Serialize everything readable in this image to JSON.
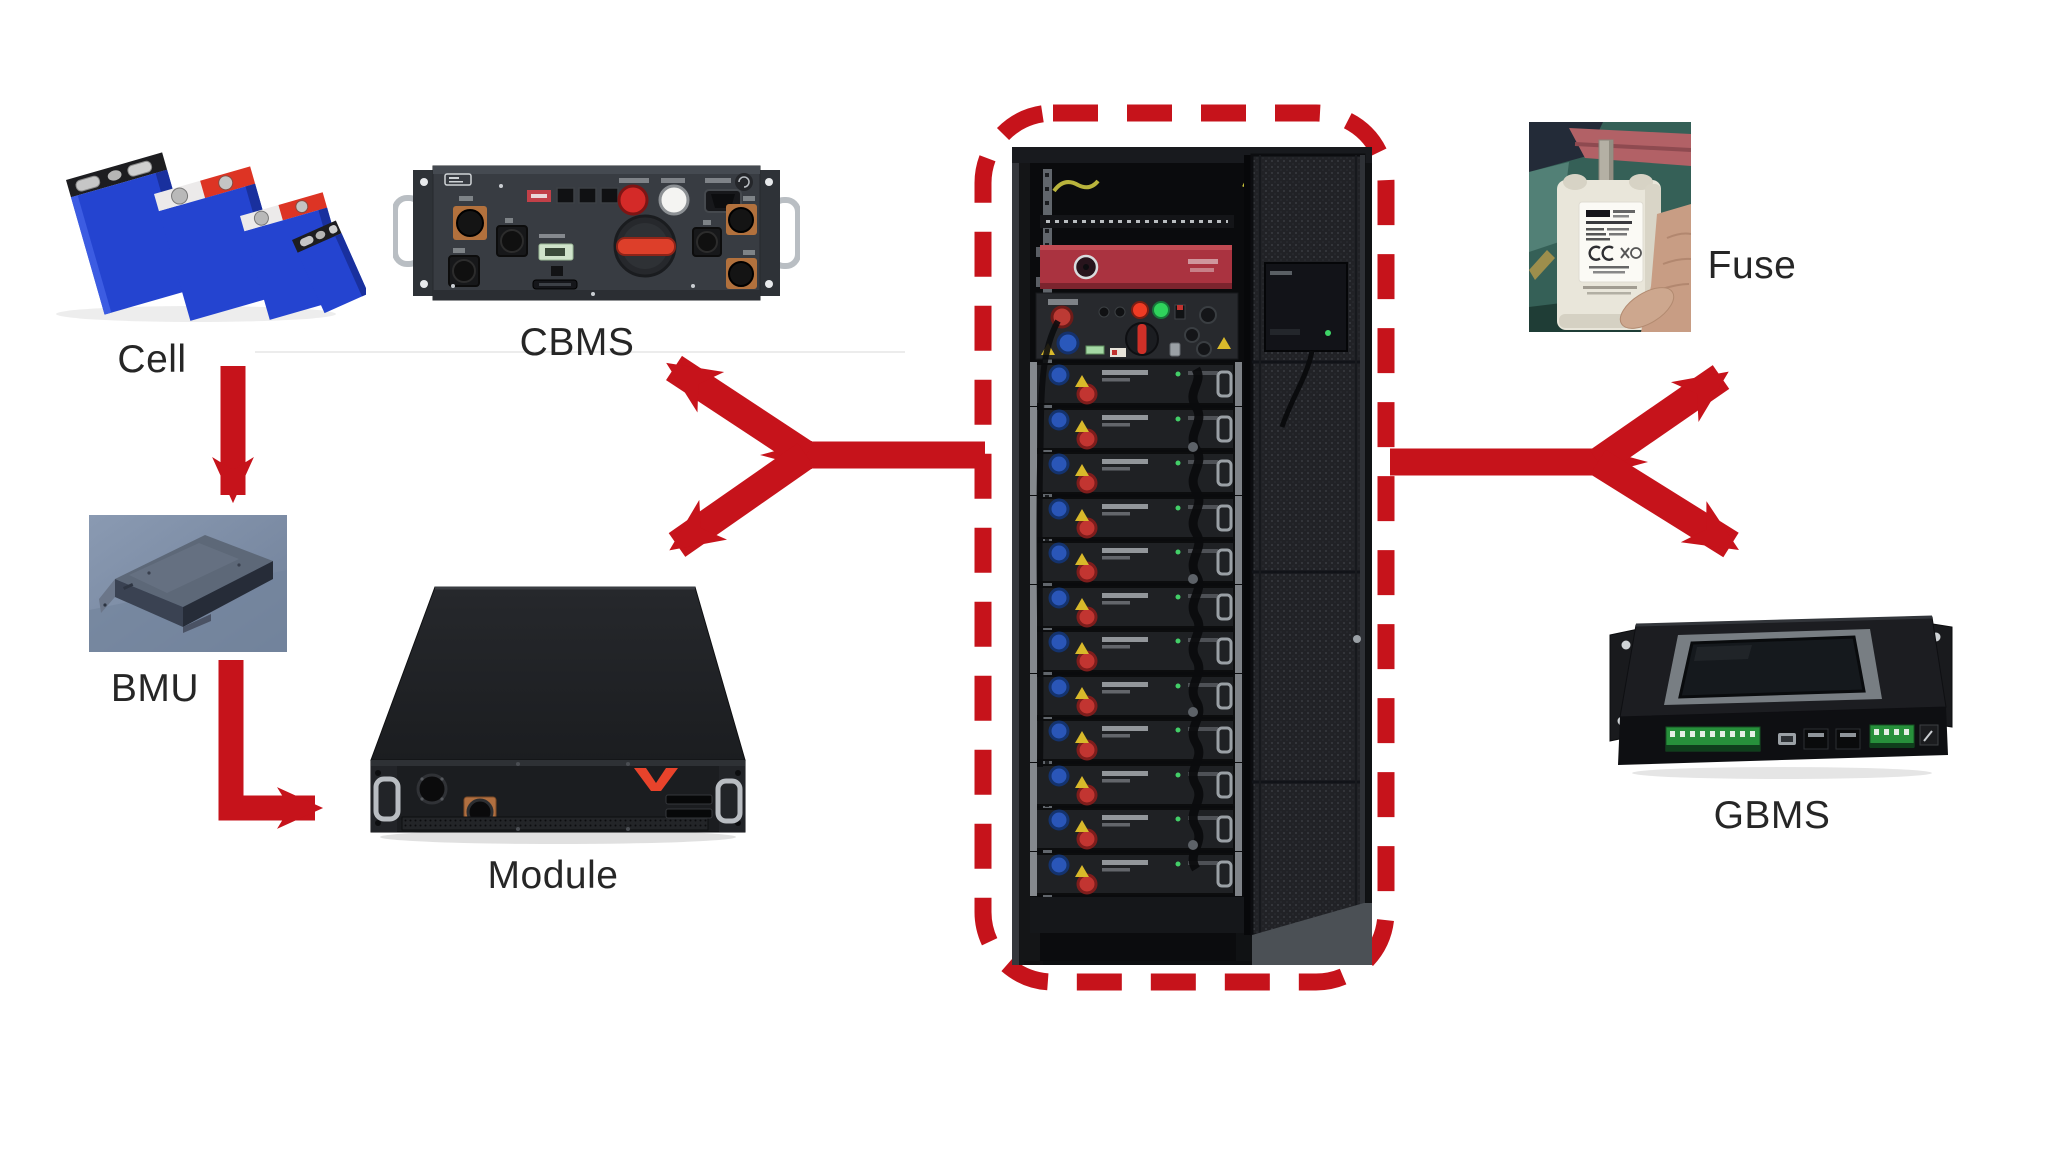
{
  "diagram": {
    "type": "battery-energy-storage-system-composition",
    "background": "#ffffff",
    "colors": {
      "arrow": "#c6131b",
      "rack_dashed_outline": "#c6131b",
      "label_text": "#262626"
    },
    "nodes": {
      "cell": {
        "label": "Cell",
        "image": "prismatic-battery-cells-photo"
      },
      "cbms": {
        "label": "CBMS",
        "image": "cbms-rack-unit-photo"
      },
      "bmu": {
        "label": "BMU",
        "image": "bmu-box-photo"
      },
      "module": {
        "label": "Module",
        "image": "battery-module-chassis-photo"
      },
      "rack": {
        "label": "",
        "image": "battery-cabinet-photo",
        "highlight": "red-dashed-outline"
      },
      "fuse": {
        "label": "Fuse",
        "image": "fuse-in-hand-photo"
      },
      "gbms": {
        "label": "GBMS",
        "image": "gbms-controller-photo"
      }
    },
    "connections": [
      {
        "from": "cell",
        "to": "bmu",
        "style": "straight-arrow"
      },
      {
        "from": "bmu",
        "to": "module",
        "style": "elbow-arrow"
      },
      {
        "from": "rack",
        "to": "cbms",
        "style": "fork-arrow-upper-left"
      },
      {
        "from": "rack",
        "to": "module",
        "style": "fork-arrow-lower-left"
      },
      {
        "from": "rack",
        "to": "fuse",
        "style": "fork-arrow-upper-right"
      },
      {
        "from": "rack",
        "to": "gbms",
        "style": "fork-arrow-lower-right"
      }
    ]
  }
}
